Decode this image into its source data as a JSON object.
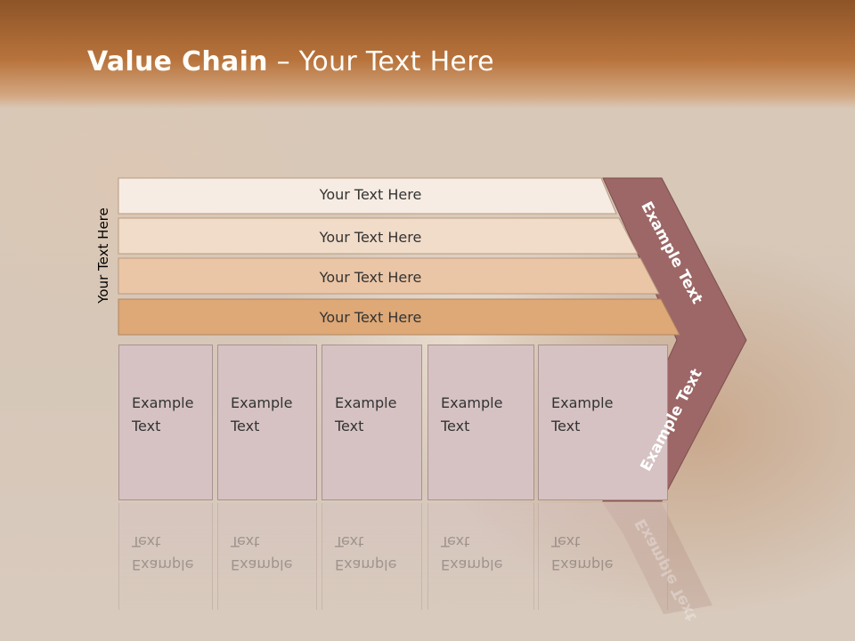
{
  "slide": {
    "title_bold": "Value Chain",
    "title_rest": " – Your Text Here",
    "side_label": "Your Text Here"
  },
  "bars": [
    {
      "label": "Your Text Here",
      "color": "#f6ece3"
    },
    {
      "label": "Your Text Here",
      "color": "#f1dcc9"
    },
    {
      "label": "Your Text Here",
      "color": "#ebc6a6"
    },
    {
      "label": "Your Text Here",
      "color": "#dea877"
    }
  ],
  "boxes": [
    {
      "line1": "Example",
      "line2": "Text"
    },
    {
      "line1": "Example",
      "line2": "Text"
    },
    {
      "line1": "Example",
      "line2": "Text"
    },
    {
      "line1": "Example",
      "line2": "Text"
    },
    {
      "line1": "Example",
      "line2": "Text"
    }
  ],
  "chevron": {
    "upper_label": "Example Text",
    "lower_label": "Example Text",
    "color": "#9c6766"
  }
}
